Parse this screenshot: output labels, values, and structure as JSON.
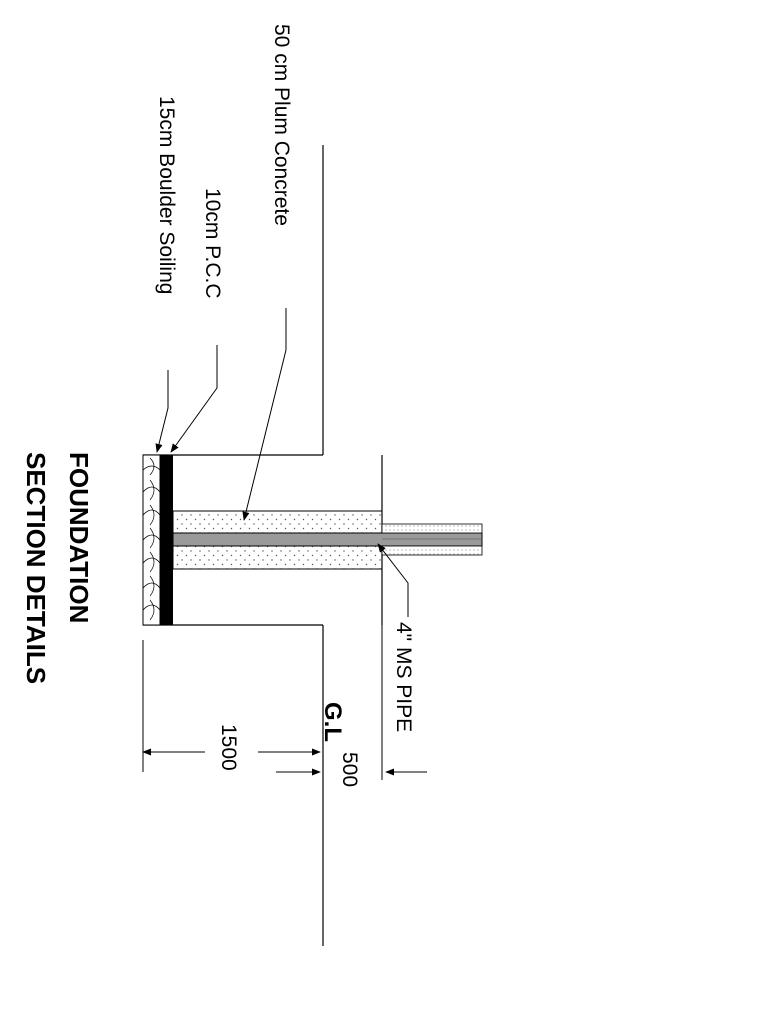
{
  "title": {
    "line1": "FOUNDATION",
    "line2": "SECTION DETAILS"
  },
  "labels": {
    "plum_concrete": "50 cm Plum Concrete",
    "pcc": "10cm P.C.C",
    "boulder_soiling": "15cm Boulder Soiling",
    "ms_pipe": "4\" MS PIPE",
    "ground_level": "G.L"
  },
  "dimensions": {
    "width": "1500",
    "depth": "500"
  },
  "colors": {
    "line": "#000000",
    "pipe_fill": "#9a9a9a",
    "pcc_fill": "#000000"
  }
}
